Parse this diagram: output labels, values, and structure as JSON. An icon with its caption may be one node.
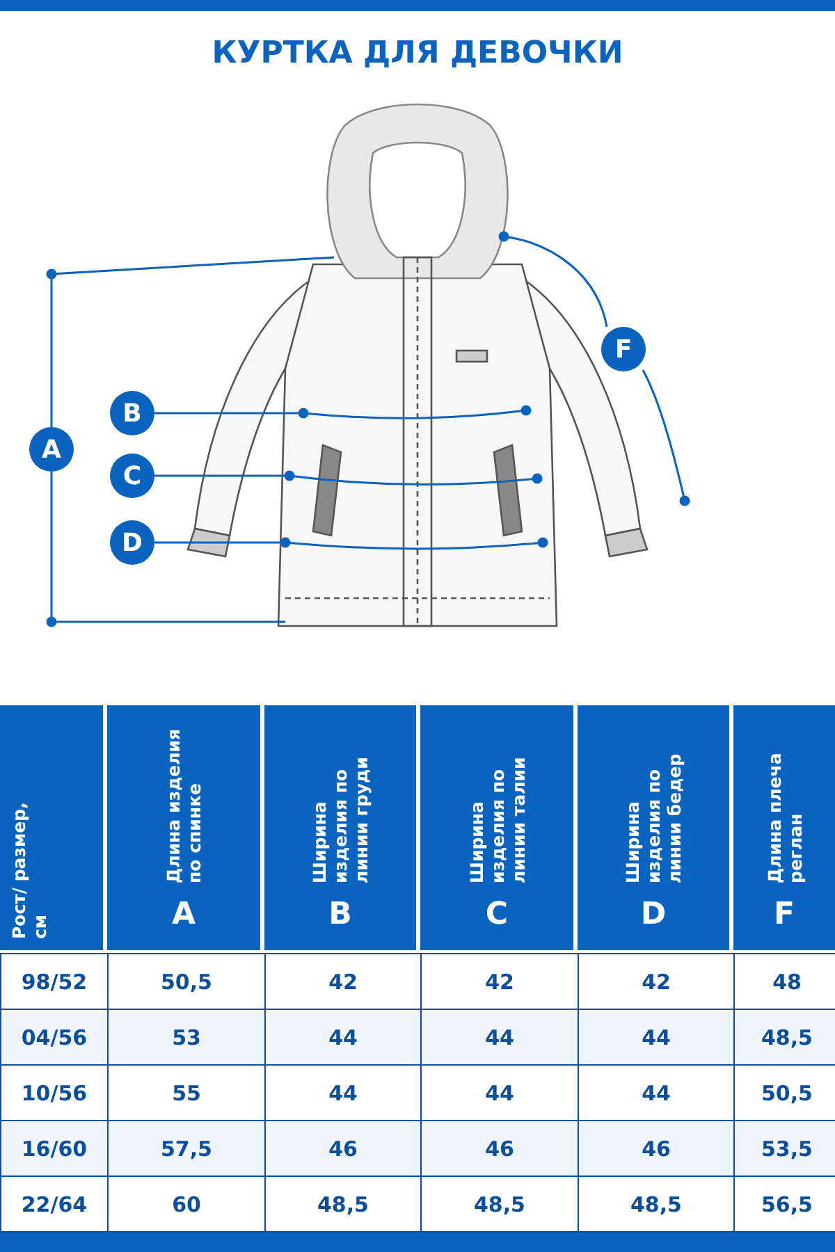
{
  "diagram": {
    "title": "КУРТКА ДЛЯ ДЕВОЧКИ",
    "nodes": [
      {
        "text": [
          "A"
        ]
      },
      {
        "text": [
          "B"
        ]
      },
      {
        "text": [
          "C"
        ]
      },
      {
        "text": [
          "D"
        ]
      },
      {
        "text": [
          "F"
        ]
      }
    ],
    "labels": [
      "Рост/ размер, см",
      "Длина изделия по спинке",
      "A",
      "Ширина изделия по линии груди",
      "B",
      "Ширина изделия по линии талии",
      "C",
      "Ширина изделия по линии бедер",
      "D",
      "Длина плеча реглан",
      "F",
      "98/52",
      "50,5",
      "42",
      "42",
      "42",
      "48",
      "04/56",
      "53",
      "44",
      "44",
      "44",
      "48,5",
      "10/56",
      "55",
      "44",
      "44",
      "44",
      "50,5",
      "16/60",
      "57,5",
      "46",
      "46",
      "46",
      "53,5",
      "22/64",
      "60",
      "48,5",
      "48,5",
      "48,5",
      "56,5"
    ]
  }
}
